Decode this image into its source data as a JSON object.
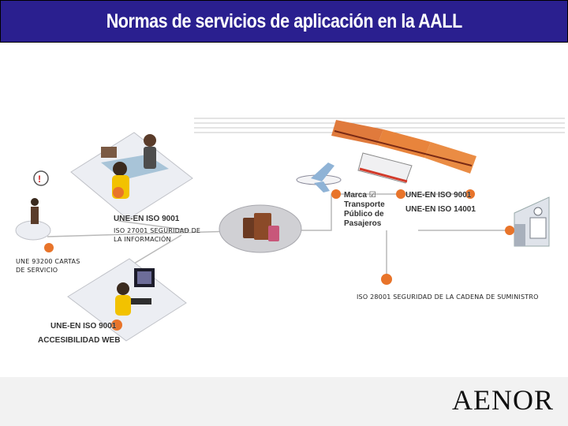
{
  "title": "Normas de servicios de aplicación en la AALL",
  "logo": "AENOR",
  "nodes": {
    "office": {
      "std1": "UNE-EN ISO 9001",
      "std2": "ISO 27001 SEGURIDAD DE LA INFORMACIÓN"
    },
    "citizen": {
      "std": "UNE 93200 CARTAS DE SERVICIO"
    },
    "web": {
      "std1": "UNE-EN ISO 9001",
      "std2": "ACCESIBILIDAD WEB"
    },
    "transport": {
      "mark": "Marca",
      "mark_rest": "Transporte Público de Pasajeros",
      "std1": "UNE-EN ISO 9001",
      "std2": "UNE-EN ISO 14001"
    },
    "supply": {
      "std": "ISO 28001 SEGURIDAD DE LA CADENA DE SUMINISTRO"
    }
  },
  "colors": {
    "title_bg": "#2a1f8f",
    "accent": "#e8742a",
    "platform": "#eceef3",
    "line": "#b9b9b9"
  }
}
